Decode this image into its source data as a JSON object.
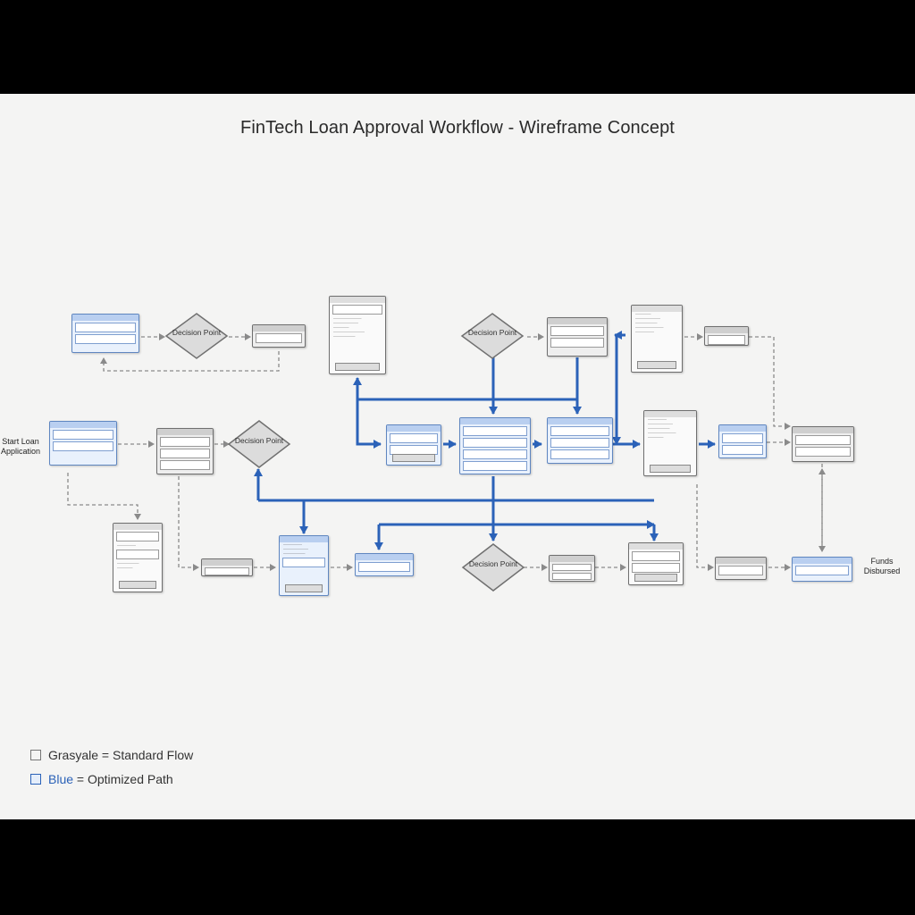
{
  "title": "FinTech Loan Approval Workflow - Wireframe Concept",
  "start_label": "Start Loan Application",
  "end_label": "Funds Disbursed",
  "decision_label": "Decision Point",
  "legend": {
    "gray_swatch_label": "Grasyale = Standard Flow",
    "blue_prefix": "Blue",
    "blue_suffix": " = Optimized Path"
  },
  "colors": {
    "blue": "#2b62b8",
    "gray_arrow": "#8a8a8a",
    "background": "#f4f4f3"
  }
}
